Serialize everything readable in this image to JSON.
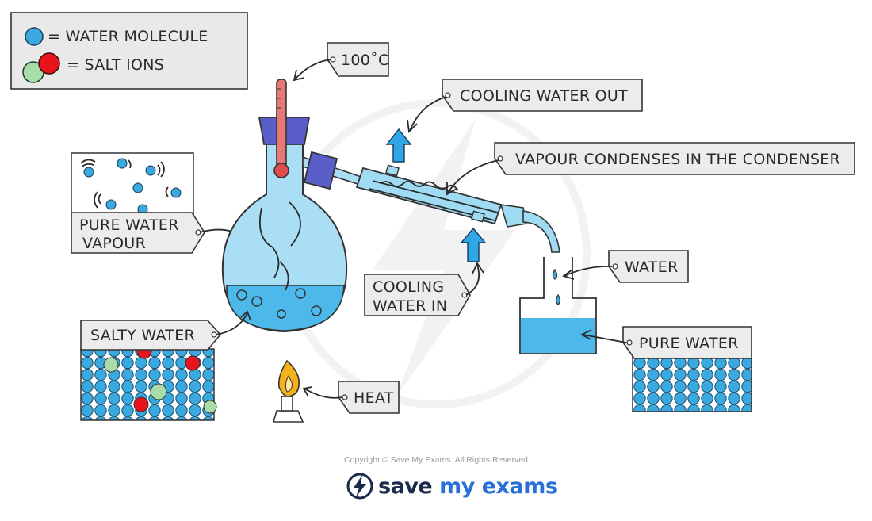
{
  "legend": {
    "water_molecule": "= WATER  MOLECULE",
    "salt_ions": "= SALT   IONS"
  },
  "labels": {
    "temperature": "100˚C",
    "cooling_water_out": "COOLING WATER OUT",
    "vapour_condenses": "VAPOUR CONDENSES IN THE CONDENSER",
    "pure_water_vapour_line1": "PURE WATER",
    "pure_water_vapour_line2": "VAPOUR",
    "cooling_water_in_line1": "COOLING",
    "cooling_water_in_line2": "WATER IN",
    "water": "WATER",
    "salty_water": "SALTY WATER",
    "pure_water": "PURE WATER",
    "heat": "HEAT"
  },
  "footer": {
    "copyright": "Copyright © Save My Exams. All Rights Reserved",
    "brand_word1": "save",
    "brand_word2": "my exams"
  },
  "colors": {
    "water_molecule": "#3aa9e0",
    "salt_ion_red": "#e8141c",
    "salt_ion_green": "#a8dca8",
    "flask_glass": "#9fdcf4",
    "liquid": "#4db8ea",
    "stopper": "#5a5ec8",
    "thermometer": "#e87878",
    "arrow_blue": "#2fa6e6",
    "flame": "#f6b21b"
  },
  "icons": [
    "lightning-bolt-logo-icon"
  ]
}
